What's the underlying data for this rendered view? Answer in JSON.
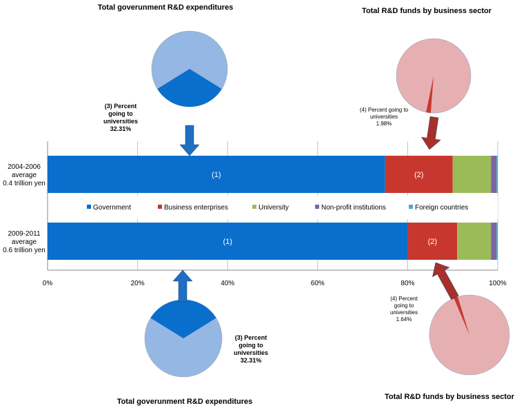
{
  "chart_data": {
    "type": "bar",
    "orientation": "horizontal",
    "stacked": "percent",
    "categories": [
      [
        "2004-2006",
        "average",
        "0.4 trillion yen"
      ],
      [
        "2009-2011",
        "average",
        "0.6 trillion yen"
      ]
    ],
    "series": [
      {
        "name": "Government",
        "values": [
          75,
          80
        ],
        "color": "#0a6ecd",
        "bar_label": "(1)"
      },
      {
        "name": "Business enterprises",
        "values": [
          15,
          11
        ],
        "color": "#c8372d",
        "bar_label": "(2)"
      },
      {
        "name": "University",
        "values": [
          8.5,
          7.5
        ],
        "color": "#9bbb59",
        "bar_label": ""
      },
      {
        "name": "Non-profit institutions",
        "values": [
          1.2,
          1.2
        ],
        "color": "#8064a2",
        "bar_label": ""
      },
      {
        "name": "Foreign countries",
        "values": [
          0.3,
          0.3
        ],
        "color": "#4bacc6",
        "bar_label": ""
      }
    ],
    "xlim": [
      0,
      100
    ],
    "xticks": [
      "0%",
      "20%",
      "40%",
      "60%",
      "80%",
      "100%"
    ],
    "grid": true,
    "legend_position": "center"
  },
  "pies": {
    "gov_top": {
      "title": "Total goverunment R&D expenditures",
      "note": [
        "(3) Percent",
        "going to",
        "universities",
        "32.31%"
      ],
      "share": 0.3231,
      "color_main": "#95b7e3",
      "color_share": "#0a6ecd"
    },
    "biz_top": {
      "title": "Total R&D funds by business sector",
      "note": [
        "(4) Percent going to",
        "universities",
        "1.98%"
      ],
      "share": 0.0198,
      "color_main": "#e6b0b3",
      "color_share": "#c8372d"
    },
    "gov_bottom": {
      "title": "Total goverunment R&D expenditures",
      "note": [
        "(3) Percent",
        "going to",
        "universities",
        "32.31%"
      ],
      "share": 0.3231,
      "color_main": "#95b7e3",
      "color_share": "#0a6ecd"
    },
    "biz_bottom": {
      "title": "Total R&D funds by business sector",
      "note": [
        "(4) Percent",
        "going to",
        "universities",
        "1.64%"
      ],
      "share": 0.0164,
      "color_main": "#e6b0b3",
      "color_share": "#c8372d"
    }
  },
  "colors": {
    "arrow_blue": "#1f6fc2",
    "arrow_red": "#a7302a",
    "grid": "#c0c0c0"
  }
}
